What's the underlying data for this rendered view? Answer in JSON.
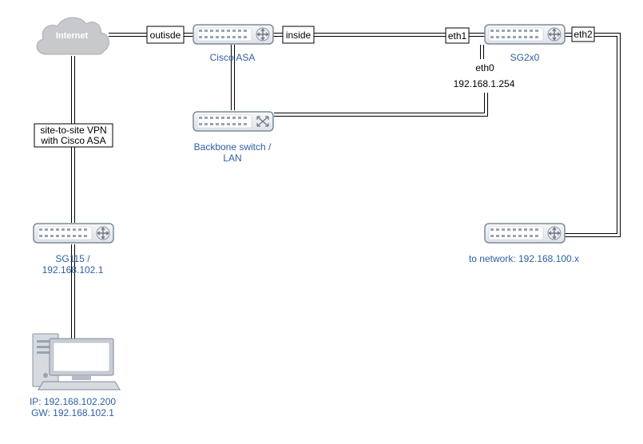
{
  "cloud": {
    "label": "Internet"
  },
  "devices": {
    "asa": {
      "label": "Cisco ASA"
    },
    "sg2x0": {
      "label": "SG2x0"
    },
    "backbone": {
      "label_line1": "Backbone switch /",
      "label_line2": "LAN"
    },
    "sg115": {
      "label_line1": "SG115 /",
      "label_line2": "192.168.102.1"
    },
    "remote_switch": {
      "label": "to network: 192.168.100.x"
    },
    "pc": {
      "label_line1": "IP: 192.168.102.200",
      "label_line2": "GW: 192.168.102.1"
    }
  },
  "ports": {
    "outside": "outisde",
    "inside": "inside",
    "eth1": "eth1",
    "eth2": "eth2",
    "eth0": "eth0",
    "eth0_ip": "192.168.1.254"
  },
  "vpn": {
    "line1": "site-to-site  VPN",
    "line2": "with Cisco ASA"
  },
  "colors": {
    "device_fill": "#eef1f4",
    "device_stroke": "#8a95a3",
    "label_blue": "#2e5fa3",
    "cloud_fill": "#c7c9cc"
  }
}
